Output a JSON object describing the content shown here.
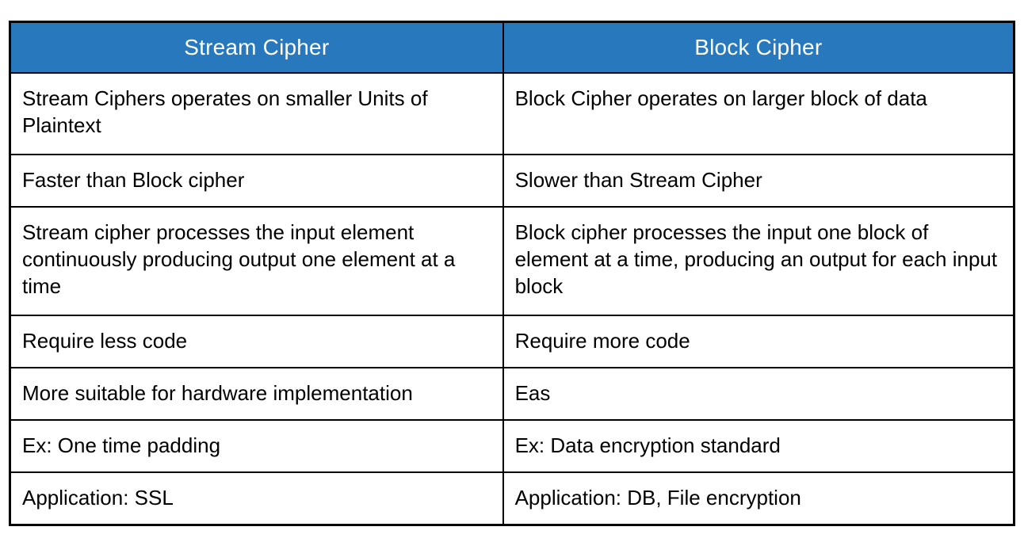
{
  "table": {
    "title": "Stream Cipher vs Block Cipher comparison table",
    "colors": {
      "header_bg": "#2878BE",
      "header_text": "#FFFFFF",
      "border": "#000000",
      "body_text": "#000000",
      "page_bg": "#FFFFFF"
    },
    "headers": {
      "stream": "Stream Cipher",
      "block": "Block Cipher"
    },
    "rows": [
      {
        "stream": "Stream Ciphers operates on smaller Units of Plaintext",
        "block": "Block Cipher operates on larger block of data"
      },
      {
        "stream": "Faster than Block cipher",
        "block": "Slower than Stream Cipher"
      },
      {
        "stream": "Stream cipher processes the input element continuously producing output one element at a time",
        "block": "Block cipher processes the input one block of element at a time, producing an output for each input block"
      },
      {
        "stream": "Require less code",
        "block": "Require more code"
      },
      {
        "stream": "More suitable for hardware implementation",
        "block": "Eas"
      },
      {
        "stream": "Ex: One time padding",
        "block": "Ex: Data encryption standard"
      },
      {
        "stream": "Application: SSL",
        "block": "Application: DB, File encryption"
      }
    ]
  }
}
